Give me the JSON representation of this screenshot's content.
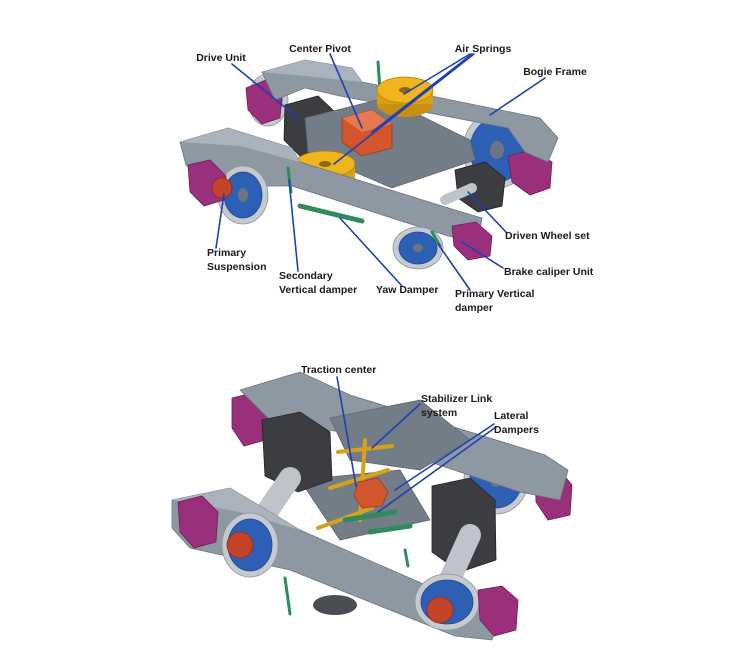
{
  "figure": {
    "top_view": {
      "drive_unit": "Drive Unit",
      "center_pivot": "Center Pivot",
      "air_springs": "Air Springs",
      "bogie_frame": "Bogie Frame",
      "primary_suspension": [
        "Primary",
        "Suspension"
      ],
      "secondary_vertical_damper": [
        "Secondary",
        "Vertical damper"
      ],
      "yaw_damper": "Yaw Damper",
      "primary_vertical_damper": [
        "Primary Vertical",
        "damper"
      ],
      "brake_caliper_unit": "Brake caliper Unit",
      "driven_wheel_set": "Driven Wheel set"
    },
    "bottom_view": {
      "traction_center": "Traction center",
      "stabilizer_link_system": [
        "Stabilizer Link",
        "system"
      ],
      "lateral_dampers": [
        "Lateral",
        "Dampers"
      ]
    }
  },
  "colors": {
    "leader_line": "#1f3fb4",
    "label_text": "#1a1a1a",
    "frame": "#8e98a3",
    "wheel": "#2d5fb4",
    "brake_caliper": "#9a2f7c",
    "air_spring": "#f0b41c",
    "center_pivot": "#d2552d",
    "drive_unit": "#3b3d40",
    "damper": "#2f8a5e",
    "stabilizer_link": "#d6a21c"
  }
}
